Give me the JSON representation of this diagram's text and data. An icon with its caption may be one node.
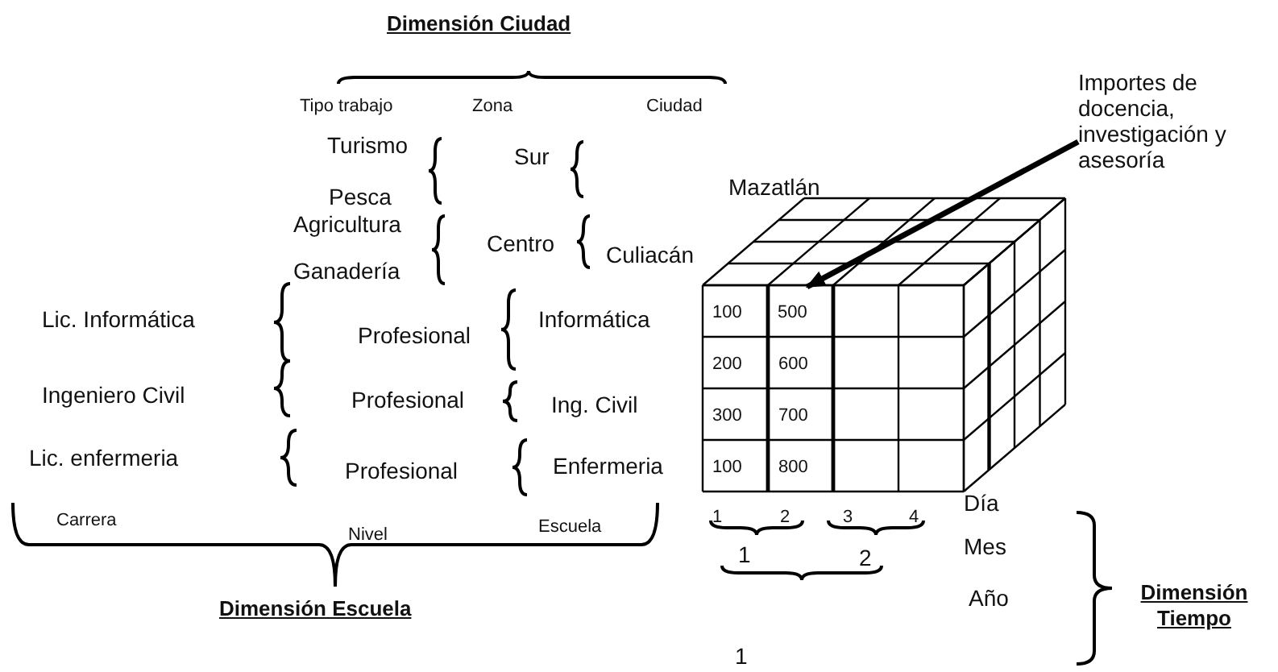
{
  "diagram": {
    "nodes": [
      {
        "text": [
          "Importes de docencia, investigación y asesoría"
        ]
      },
      {
        "text": [
          "500"
        ]
      }
    ],
    "edges": [
      {
        "from": 0,
        "to": 1,
        "arrow": "to"
      }
    ],
    "labels": [
      "Dimensión Ciudad",
      "Tipo trabajo",
      "Zona",
      "Ciudad",
      "Turismo",
      "Sur",
      "Pesca",
      "Mazatlán",
      "Agricultura",
      "Centro",
      "Culiacán",
      "Ganadería",
      "Lic. Informática",
      "Profesional",
      "Informática",
      "Ingeniero Civil",
      "Profesional",
      "Ing. Civil",
      "Lic. enfermeria",
      "Profesional",
      "Enfermeria",
      "Carrera",
      "Nivel",
      "Escuela",
      "Dimensión Escuela",
      "100",
      "200",
      "600",
      "300",
      "700",
      "100",
      "800",
      "1",
      "2",
      "3",
      "4",
      "Día",
      "1",
      "2",
      "Mes",
      "Año",
      "Dimensión Tiempo",
      "1"
    ]
  }
}
